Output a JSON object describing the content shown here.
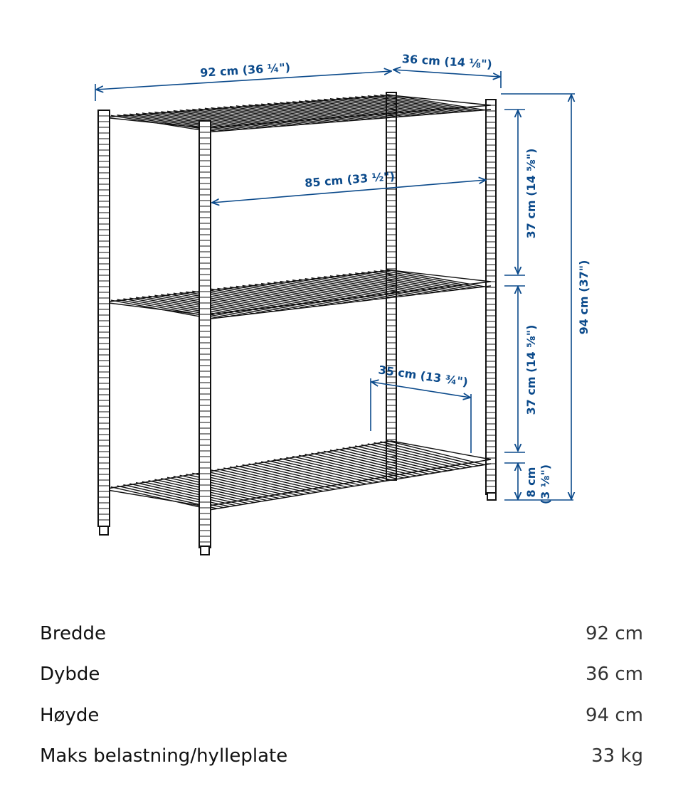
{
  "drawing": {
    "dimensions": {
      "width": "92 cm (36 ¼\")",
      "depth": "36 cm (14 ⅛\")",
      "inner_width": "85 cm (33 ½\")",
      "inner_depth": "35 cm (13 ¾\")",
      "shelf_gap_upper": "37 cm (14 ⅝\")",
      "shelf_gap_lower": "37 cm (14 ⅝\")",
      "total_height": "94 cm (37\")",
      "foot_height_cm": "8 cm",
      "foot_height_in": "(3 ⅛\")"
    },
    "colors": {
      "dimension": "#0b4a8b",
      "line": "#111111"
    }
  },
  "specs": [
    {
      "label": "Bredde",
      "value": "92 cm"
    },
    {
      "label": "Dybde",
      "value": "36 cm"
    },
    {
      "label": "Høyde",
      "value": "94 cm"
    },
    {
      "label": "Maks belastning/hylleplate",
      "value": "33 kg"
    }
  ]
}
